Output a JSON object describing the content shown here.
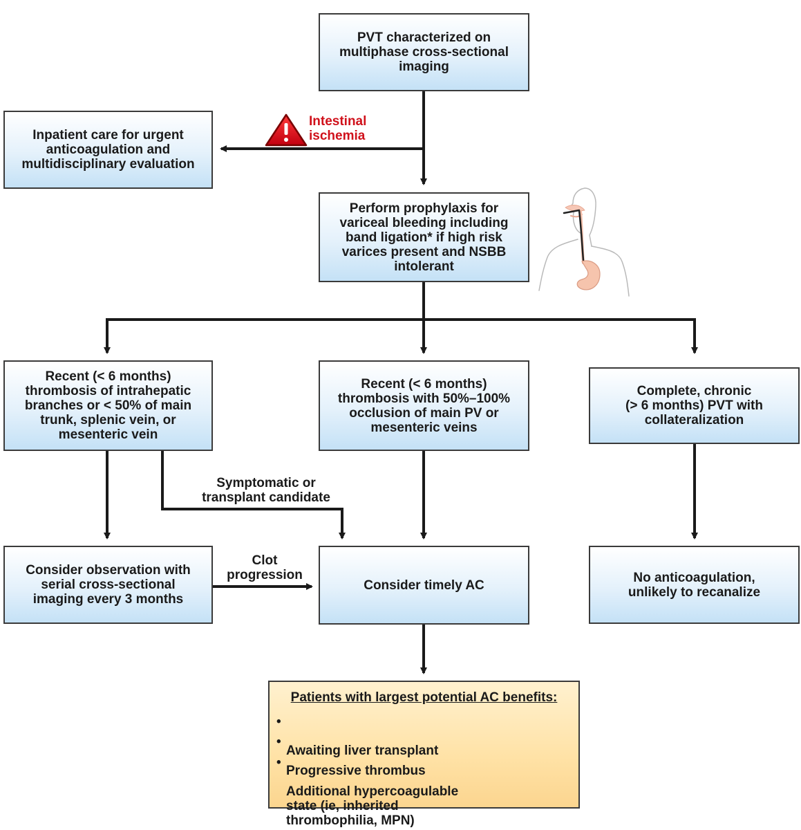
{
  "nodes": {
    "pvt": "PVT characterized on\nmultiphase cross-sectional\nimaging",
    "inpatient": "Inpatient care for urgent\nanticoagulation and\nmultidisciplinary evaluation",
    "prophylaxis": "Perform prophylaxis for\nvariceal bleeding including\nband ligation* if high risk\nvarices present and NSBB\nintolerant",
    "recent_partial": "Recent (< 6 months)\nthrombosis of intrahepatic\nbranches or < 50% of main\ntrunk, splenic vein, or\nmesenteric vein",
    "recent_occlusive": "Recent (< 6 months)\nthrombosis with 50%–100%\nocclusion of main PV or\nmesenteric veins",
    "chronic": "Complete, chronic\n(> 6 months) PVT with\ncollateralization",
    "observation": "Consider observation with\nserial cross-sectional\nimaging every 3 months",
    "timely_ac": "Consider timely AC",
    "no_ac": "No anticoagulation,\nunlikely to recanalize"
  },
  "edge_labels": {
    "ischemia": "Intestinal\nischemia",
    "symptomatic": "Symptomatic or\ntransplant candidate",
    "clot": "Clot\nprogression"
  },
  "benefits": {
    "title": "Patients with largest potential AC benefits:",
    "items": [
      "Awaiting liver transplant",
      "Progressive thrombus",
      "Additional hypercoagulable\nstate (ie, inherited\nthrombophilia, MPN)"
    ],
    "bullet_char": "•"
  },
  "icons": {
    "warning": "warning-triangle-icon",
    "anatomy": "upper-gi-anatomy-icon",
    "scale": "balance-scale-icon"
  },
  "colors": {
    "warning_red": "#d0111b",
    "box_blue": "#c4e1f6",
    "box_gold": "#fbd58f",
    "line": "#1a1a1a"
  }
}
